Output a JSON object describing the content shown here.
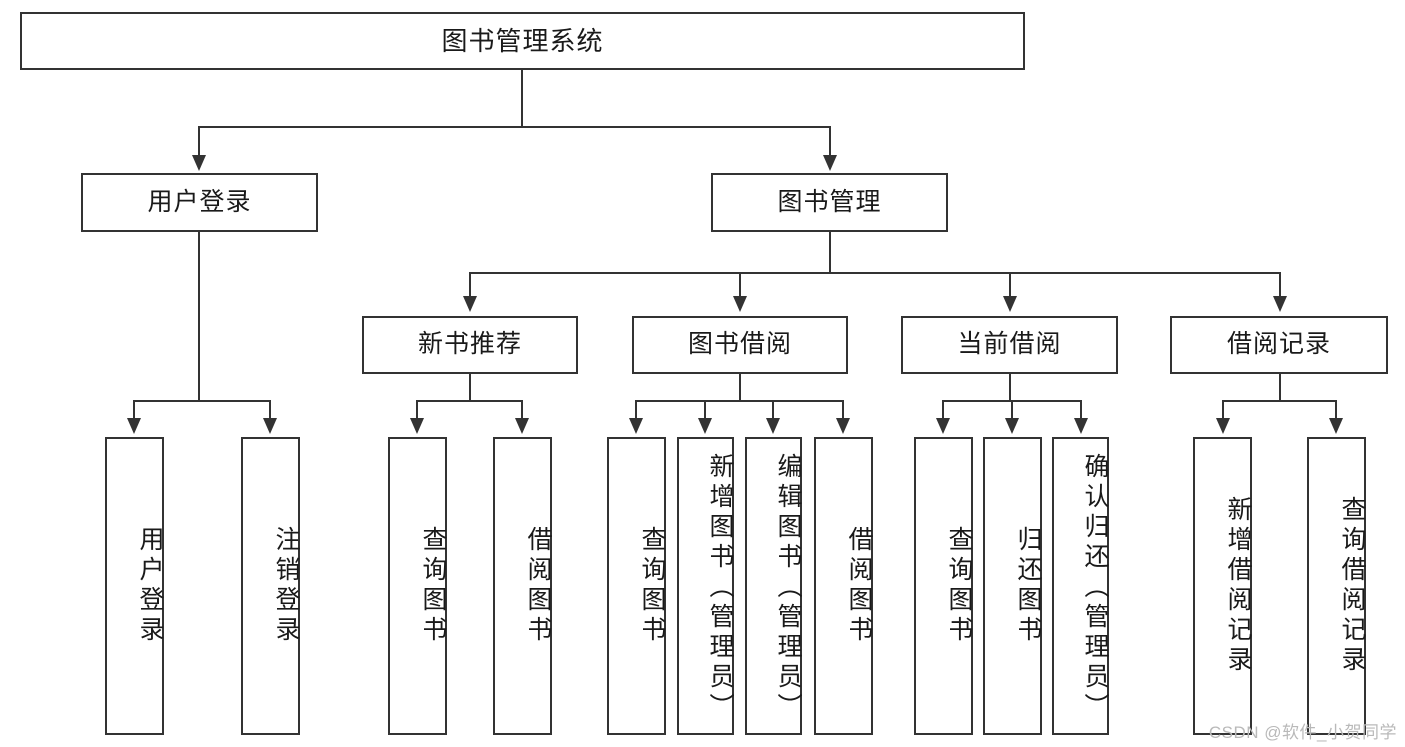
{
  "diagram": {
    "title": "图书管理系统",
    "type": "tree-hierarchy-chart",
    "root": {
      "label": "图书管理系统"
    },
    "level1": [
      {
        "label": "用户登录"
      },
      {
        "label": "图书管理"
      }
    ],
    "level2": [
      {
        "label": "新书推荐"
      },
      {
        "label": "图书借阅"
      },
      {
        "label": "当前借阅"
      },
      {
        "label": "借阅记录"
      }
    ],
    "leaves": {
      "user_login": [
        {
          "label": "用户登录"
        },
        {
          "label": "注销登录"
        }
      ],
      "new_book_recommend": [
        {
          "label": "查询图书"
        },
        {
          "label": "借阅图书"
        }
      ],
      "book_borrow": [
        {
          "label": "查询图书"
        },
        {
          "label": "新增图书（管理员）"
        },
        {
          "label": "编辑图书（管理员）"
        },
        {
          "label": "借阅图书"
        }
      ],
      "current_borrow": [
        {
          "label": "查询图书"
        },
        {
          "label": "归还图书"
        },
        {
          "label": "确认归还（管理员）"
        }
      ],
      "borrow_record": [
        {
          "label": "新增借阅记录"
        },
        {
          "label": "查询借阅记录"
        }
      ]
    }
  },
  "watermark": {
    "text": "CSDN @软件_小贺同学"
  },
  "colors": {
    "box_border": "#333333",
    "box_fill": "#ffffff",
    "text": "#1a1a1a",
    "connector": "#333333",
    "watermark": "#b9b9b9",
    "background": "#ffffff"
  }
}
